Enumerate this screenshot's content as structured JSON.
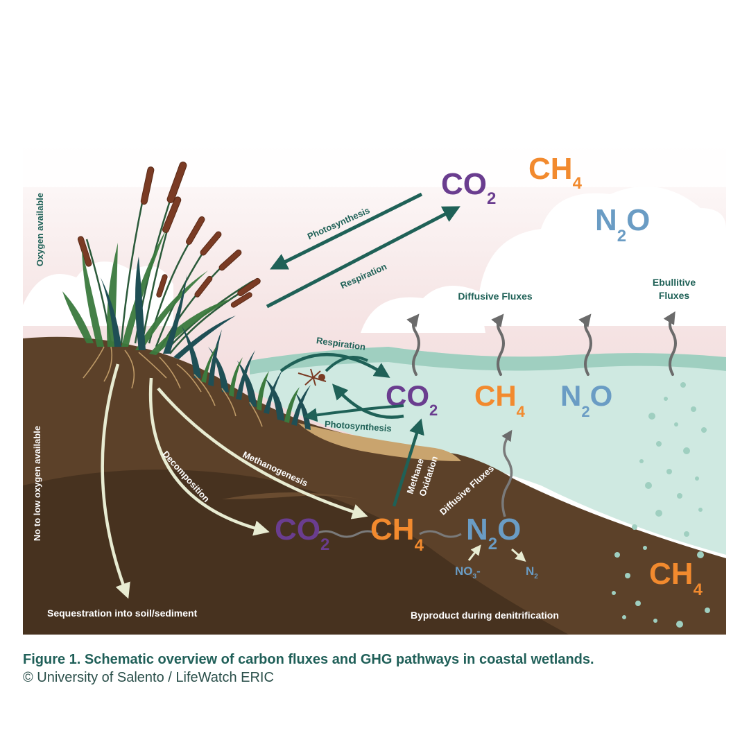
{
  "zones": {
    "oxygen_available": "Oxygen available",
    "low_oxygen": "No to low oxygen available"
  },
  "atmosphere": {
    "co2": {
      "base": "CO",
      "sub": "2"
    },
    "ch4": {
      "base": "CH",
      "sub": "4"
    },
    "n2o": {
      "base": "N",
      "sub": "2",
      "tail": "O"
    },
    "photosynthesis": "Photosynthesis",
    "respiration": "Respiration"
  },
  "water": {
    "diffusive_fluxes": "Diffusive Fluxes",
    "ebullitive_fluxes_line1": "Ebullitive",
    "ebullitive_fluxes_line2": "Fluxes",
    "respiration": "Respiration",
    "photosynthesis": "Photosynthesis",
    "co2": {
      "base": "CO",
      "sub": "2"
    },
    "ch4": {
      "base": "CH",
      "sub": "4"
    },
    "n2o": {
      "base": "N",
      "sub": "2",
      "tail": "O"
    }
  },
  "sediment": {
    "decomposition": "Decomposition",
    "methanogenesis": "Methanogenesis",
    "methane_oxidation_line1": "Methane",
    "methane_oxidation_line2": "Oxidation",
    "diffusive_fluxes": "Diffusive Fluxes",
    "co2": {
      "base": "CO",
      "sub": "2"
    },
    "ch4": {
      "base": "CH",
      "sub": "4"
    },
    "n2o": {
      "base": "N",
      "sub": "2",
      "tail": "O"
    },
    "no3": {
      "base": "NO",
      "sub": "3",
      "tail": "-"
    },
    "n2": {
      "base": "N",
      "sub": "2"
    },
    "ch4_bubbles": {
      "base": "CH",
      "sub": "4"
    },
    "sequestration": "Sequestration into soil/sediment",
    "denitrification": "Byproduct during denitrification"
  },
  "caption": {
    "title": "Figure 1. Schematic overview of carbon fluxes and GHG pathways in coastal wetlands.",
    "credit": "© University of Salento / LifeWatch ERIC"
  },
  "colors": {
    "co2": "#6a3d8f",
    "ch4": "#f28a2e",
    "n2o": "#6a9cc4",
    "label_green": "#1f6157",
    "soil_dark": "#4a3522",
    "soil_mid": "#5c4129",
    "water": "#cfe9e1",
    "caption": "#1f5f58"
  }
}
